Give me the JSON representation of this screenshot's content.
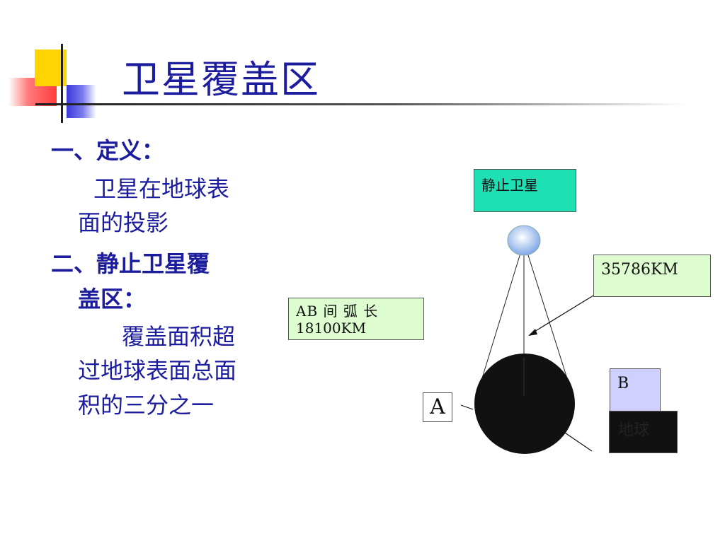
{
  "slide": {
    "title": "卫星覆盖区",
    "sections": [
      {
        "heading": "一、定义：",
        "body": [
          "卫星在地球表",
          "面的投影"
        ]
      },
      {
        "heading": [
          "二、静止卫星覆",
          "盖区："
        ],
        "body": [
          "覆盖面积超",
          "过地球表面总面",
          "积的三分之一"
        ]
      }
    ]
  },
  "diagram": {
    "satellite_label": "静止卫星",
    "distance_label": "35786KM",
    "arc_label_line1": "AB 间 弧 长",
    "arc_label_line2": "18100KM",
    "point_a": "A",
    "point_b": "B",
    "earth_label": "地球"
  },
  "colors": {
    "title": "#1c1c9e",
    "satellite_box": "#1fe0b4",
    "green_box": "#ddfdd0",
    "b_box": "#d0d0ff",
    "earth": "#111111"
  }
}
